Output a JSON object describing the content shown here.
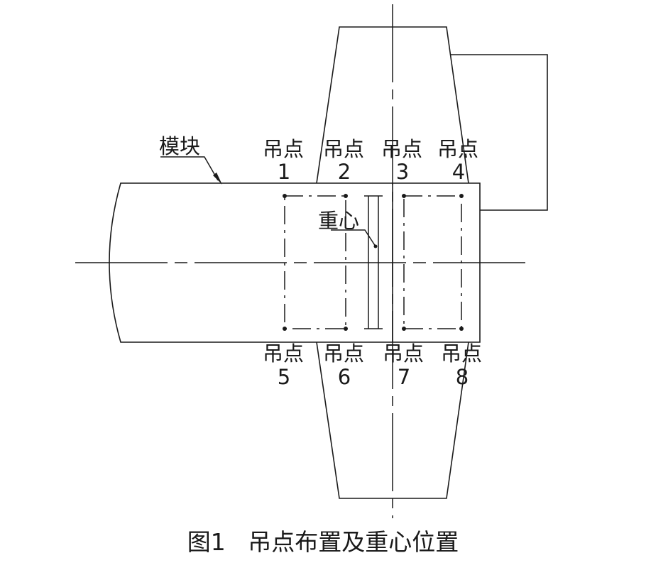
{
  "diagram": {
    "module_label": "模块",
    "cog_label": "重心",
    "lift_point_label": "吊点",
    "top_points": [
      "1",
      "2",
      "3",
      "4"
    ],
    "bottom_points": [
      "5",
      "6",
      "7",
      "8"
    ],
    "caption": "图1   吊点布置及重心位置",
    "line_color": "#1a1a1a"
  }
}
